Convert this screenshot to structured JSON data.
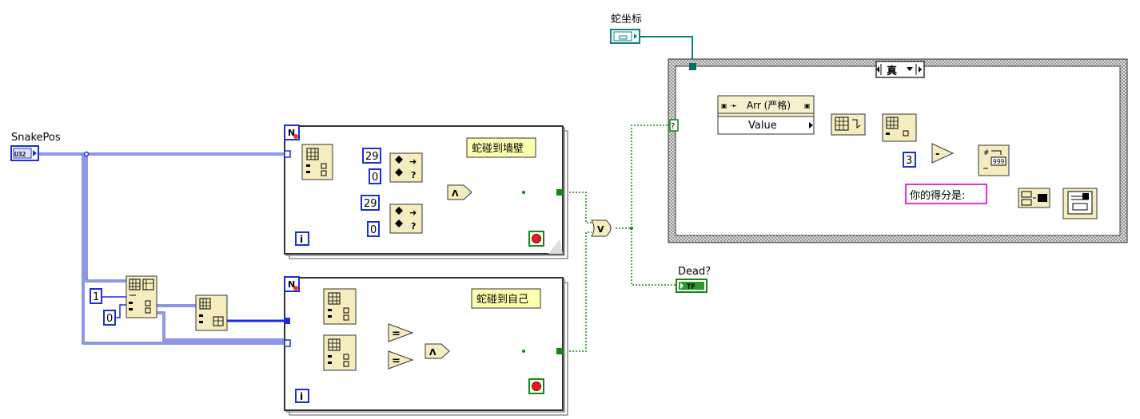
{
  "terminals": {
    "snake_pos_label": "SnakePos",
    "snake_pos_type": "U32",
    "snake_coord_label": "蛇坐标",
    "dead_label": "Dead?",
    "dead_type": "TF"
  },
  "loops": {
    "wall_comment": "蛇碰到墙壁",
    "self_comment": "蛇碰到自己",
    "loop_count_symbol": "N",
    "iteration_symbol": "i"
  },
  "constants": {
    "c29_a": "29",
    "c0_a": "0",
    "c29_b": "29",
    "c0_b": "0",
    "c1": "1",
    "c0_c": "0",
    "c3": "3"
  },
  "case_structure": {
    "selector_value": "真",
    "selector_question": "?"
  },
  "unbundle": {
    "header": "Arr (严格)",
    "property": "Value"
  },
  "score": {
    "string_const": "你的得分是:",
    "format_value": "999"
  },
  "colors": {
    "u32_wire": "#1a2fd6",
    "bool_wire": "#118811",
    "string_wire": "#e234d2",
    "cluster_wire": "#0d8282",
    "node_fill": "#f5edc0"
  }
}
